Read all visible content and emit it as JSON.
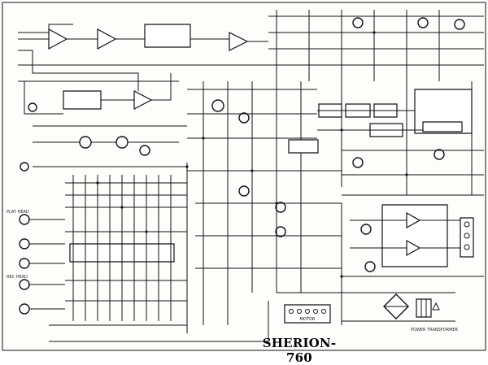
{
  "title": "SHERION-760",
  "blocks": {
    "ic_right_1": "",
    "ic_right_2": "",
    "ic_right_3": "",
    "motor": "MOTOR",
    "power_transformer": "POWER TRANSFORMER"
  },
  "inputs": {
    "play_head": "PLAY HEAD",
    "rec_head": "REC HEAD"
  }
}
